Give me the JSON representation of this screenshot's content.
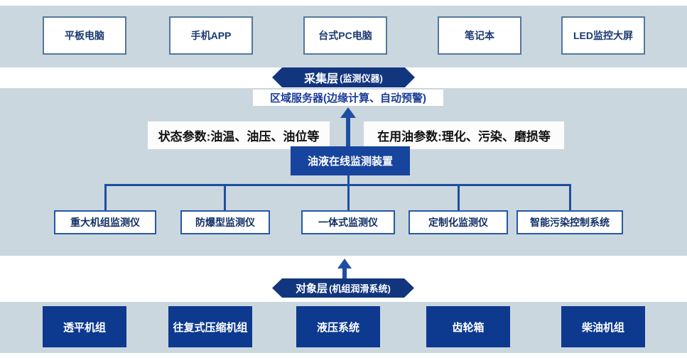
{
  "colors": {
    "band_background": "#cbd7df",
    "navy_unit_box": "#0d3a8f",
    "badge_navy": "#12367e",
    "central_box_blue": "#17449c",
    "connector_blue": "#1d4fa1",
    "device_box_border": "#54779e",
    "monitor_box_border": "#2458a5",
    "navy_text": "#1b3a70"
  },
  "display_layer": {
    "devices": [
      "平板电脑",
      "手机APP",
      "台式PC电脑",
      "笔记本",
      "LED监控大屏"
    ]
  },
  "collection_layer": {
    "badge_title": "采集层",
    "badge_subtitle": "(监测仪器)",
    "regional_server": "区域服务器(边缘计算、自动预警)",
    "status_params": "状态参数:油温、油压、油位等",
    "oil_params": "在用油参数:理化、污染、磨损等",
    "central_device": "油液在线监测装置",
    "monitors": [
      "重大机组监测仪",
      "防爆型监测仪",
      "一体式监测仪",
      "定制化监测仪",
      "智能污染控制系统"
    ]
  },
  "object_layer": {
    "badge_title": "对象层",
    "badge_subtitle": "(机组润滑系统)",
    "units": [
      "透平机组",
      "往复式压缩机组",
      "液压系统",
      "齿轮箱",
      "柴油机组"
    ]
  }
}
